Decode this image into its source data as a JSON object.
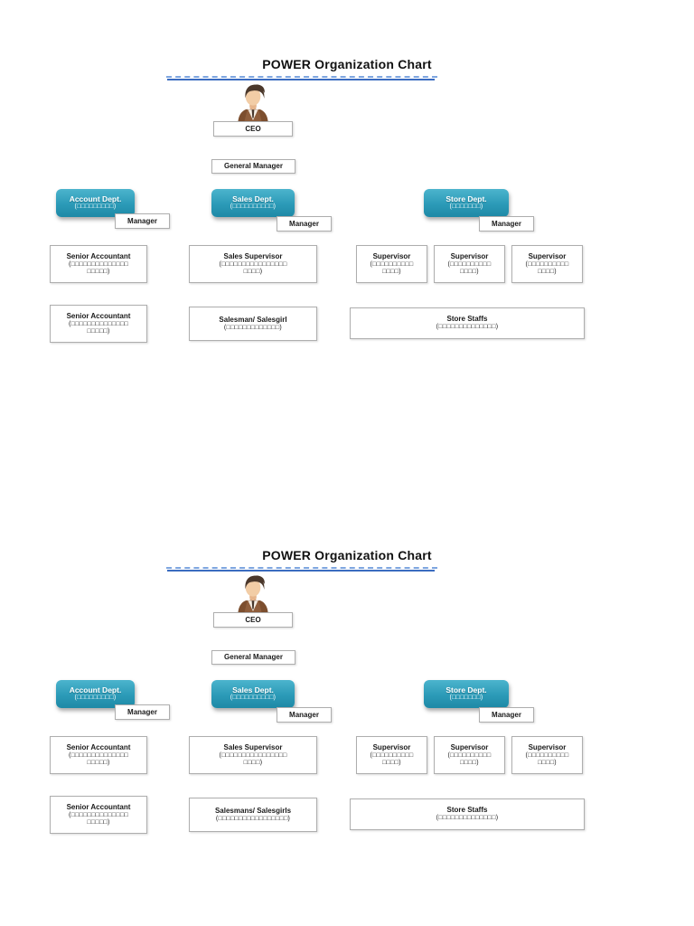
{
  "document": {
    "background": "#ffffff"
  },
  "icons": {
    "ceo_avatar": "businessman-avatar-icon"
  },
  "colors": {
    "dept_teal": "#2b9ab7",
    "underline_solid_blue": "#3b6cc0",
    "underline_dashed_blue": "#7ea6e0"
  },
  "charts": [
    {
      "title": "POWER Organization Chart",
      "ceo_label": "CEO",
      "general_manager_label": "General Manager",
      "departments": [
        {
          "name": "Account Dept.",
          "sub": "(□□□□□□□□□)",
          "manager": "Manager"
        },
        {
          "name": "Sales Dept.",
          "sub": "(□□□□□□□□□□)",
          "manager": "Manager"
        },
        {
          "name": "Store Dept.",
          "sub": "(□□□□□□□)",
          "manager": "Manager"
        }
      ],
      "row1": [
        {
          "title": "Senior Accountant",
          "sub1": "(□□□□□□□□□□□□□□",
          "sub2": "□□□□□)"
        },
        {
          "title": "Sales Supervisor",
          "sub1": "(□□□□□□□□□□□□□□□□",
          "sub2": "□□□□)"
        },
        {
          "title": "Supervisor",
          "sub1": "(□□□□□□□□□□",
          "sub2": "□□□□)"
        },
        {
          "title": "Supervisor",
          "sub1": "(□□□□□□□□□□",
          "sub2": "□□□□)"
        },
        {
          "title": "Supervisor",
          "sub1": "(□□□□□□□□□□",
          "sub2": "□□□□)"
        }
      ],
      "row2": [
        {
          "title": "Senior Accountant",
          "sub1": "(□□□□□□□□□□□□□□",
          "sub2": "□□□□□)"
        },
        {
          "title": "Salesman/ Salesgirl",
          "sub1": "(□□□□□□□□□□□□□)",
          "sub2": ""
        },
        {
          "title": "Store Staffs",
          "sub1": "(□□□□□□□□□□□□□□)",
          "sub2": ""
        }
      ]
    },
    {
      "title": "POWER Organization Chart",
      "ceo_label": "CEO",
      "general_manager_label": "General Manager",
      "departments": [
        {
          "name": "Account Dept.",
          "sub": "(□□□□□□□□□)",
          "manager": "Manager"
        },
        {
          "name": "Sales Dept.",
          "sub": "(□□□□□□□□□□)",
          "manager": "Manager"
        },
        {
          "name": "Store Dept.",
          "sub": "(□□□□□□□)",
          "manager": "Manager"
        }
      ],
      "row1": [
        {
          "title": "Senior Accountant",
          "sub1": "(□□□□□□□□□□□□□□",
          "sub2": "□□□□□)"
        },
        {
          "title": "Sales Supervisor",
          "sub1": "(□□□□□□□□□□□□□□□□",
          "sub2": "□□□□)"
        },
        {
          "title": "Supervisor",
          "sub1": "(□□□□□□□□□□",
          "sub2": "□□□□)"
        },
        {
          "title": "Supervisor",
          "sub1": "(□□□□□□□□□□",
          "sub2": "□□□□)"
        },
        {
          "title": "Supervisor",
          "sub1": "(□□□□□□□□□□",
          "sub2": "□□□□)"
        }
      ],
      "row2": [
        {
          "title": "Senior Accountant",
          "sub1": "(□□□□□□□□□□□□□□",
          "sub2": "□□□□□)"
        },
        {
          "title": "Salesmans/ Salesgirls",
          "sub1": "(□□□□□□□□□□□□□□□□□)",
          "sub2": ""
        },
        {
          "title": "Store Staffs",
          "sub1": "(□□□□□□□□□□□□□□)",
          "sub2": ""
        }
      ]
    }
  ]
}
